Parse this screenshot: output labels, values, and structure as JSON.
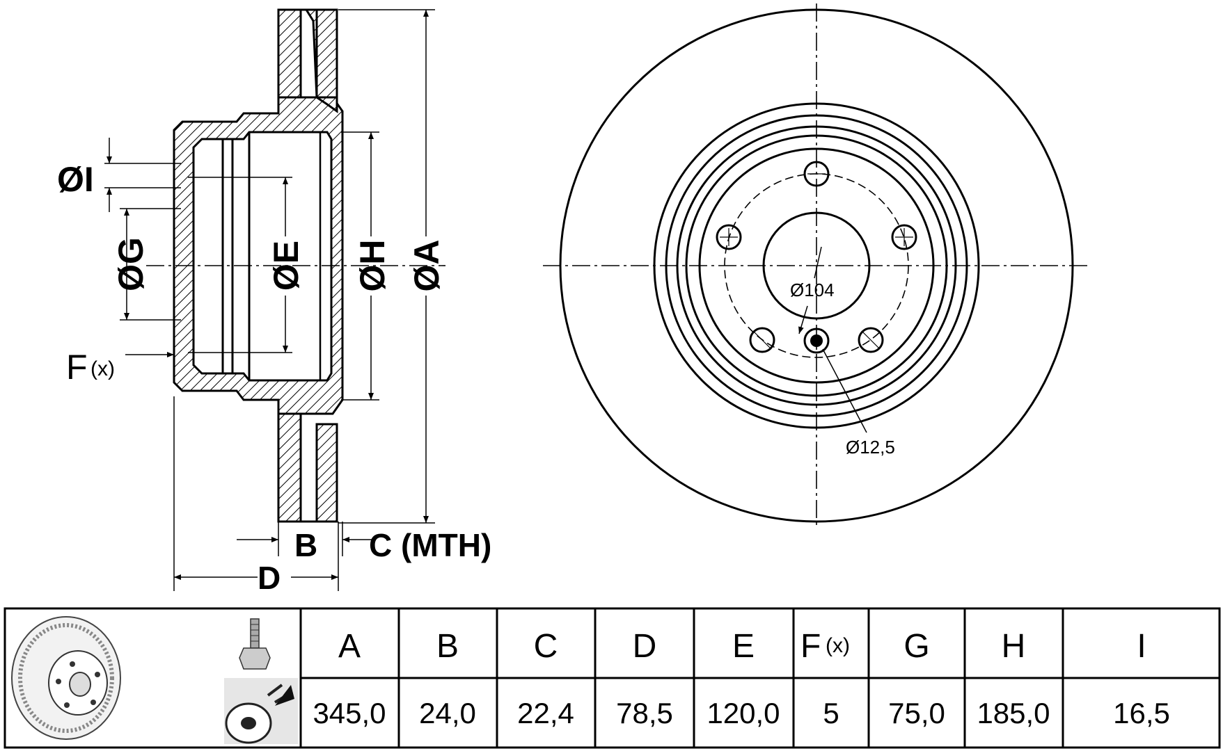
{
  "section_view": {
    "labels": {
      "I": "ØI",
      "G": "ØG",
      "E": "ØE",
      "H": "ØH",
      "A": "ØA",
      "F_main": "F",
      "F_sub": "(x)",
      "B": "B",
      "C": "C (MTH)",
      "D": "D"
    }
  },
  "front_view": {
    "center_bore": "Ø104",
    "hole_diameter": "Ø12,5",
    "bolt_holes": 5
  },
  "table": {
    "headers": [
      "A",
      "B",
      "C",
      "D",
      "E",
      "F",
      "G",
      "H",
      "I"
    ],
    "header_F_sub": "(x)",
    "values": [
      "345,0",
      "24,0",
      "22,4",
      "78,5",
      "120,0",
      "5",
      "75,0",
      "185,0",
      "16,5"
    ]
  }
}
